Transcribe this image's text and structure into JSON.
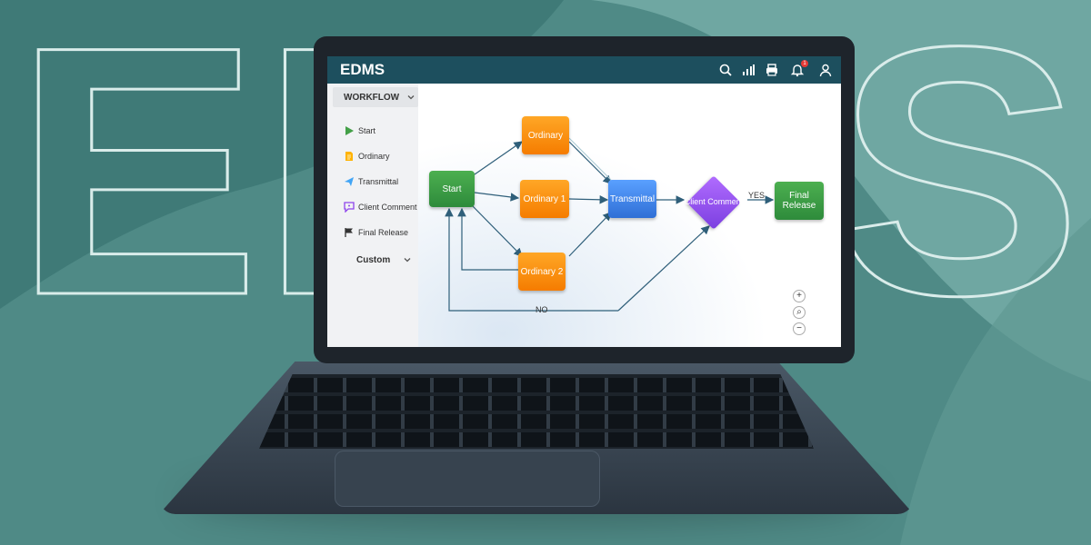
{
  "background": {
    "watermark_text": "EDMS",
    "color": "#4f8a86",
    "accent": "#6fa8a3"
  },
  "app": {
    "title": "EDMS",
    "header_color": "#1d4f5e"
  },
  "header": {
    "icons": [
      "search-icon",
      "signal-icon",
      "print-icon",
      "bell-icon",
      "user-icon"
    ],
    "notification_count": "1"
  },
  "sidebar": {
    "section_title": "WORKFLOW",
    "items": [
      {
        "label": "Start",
        "icon": "play-icon"
      },
      {
        "label": "Ordinary",
        "icon": "document-icon"
      },
      {
        "label": "Transmittal",
        "icon": "send-icon"
      },
      {
        "label": "Client Comment",
        "icon": "comment-icon"
      },
      {
        "label": "Final Release",
        "icon": "flag-icon"
      }
    ],
    "custom_label": "Custom"
  },
  "diagram": {
    "nodes": {
      "start": "Start",
      "ordinary": "Ordinary",
      "ordinary1": "Ordinary 1",
      "ordinary2": "Ordinary 2",
      "transmittal": "Transmittal",
      "client_comment": "Client Comment",
      "final_release": "Final Release"
    },
    "labels": {
      "yes": "YES",
      "no": "NO"
    },
    "colors": {
      "start": "#3a9d45",
      "ordinary": "#f5901f",
      "transmittal": "#3f84ea",
      "client_comment": "#9150ee",
      "final_release": "#3a9d45",
      "edge": "#2f5f7a"
    }
  },
  "zoom_controls": {
    "zoom_in": "+",
    "search": "⌕",
    "zoom_out": "−"
  }
}
